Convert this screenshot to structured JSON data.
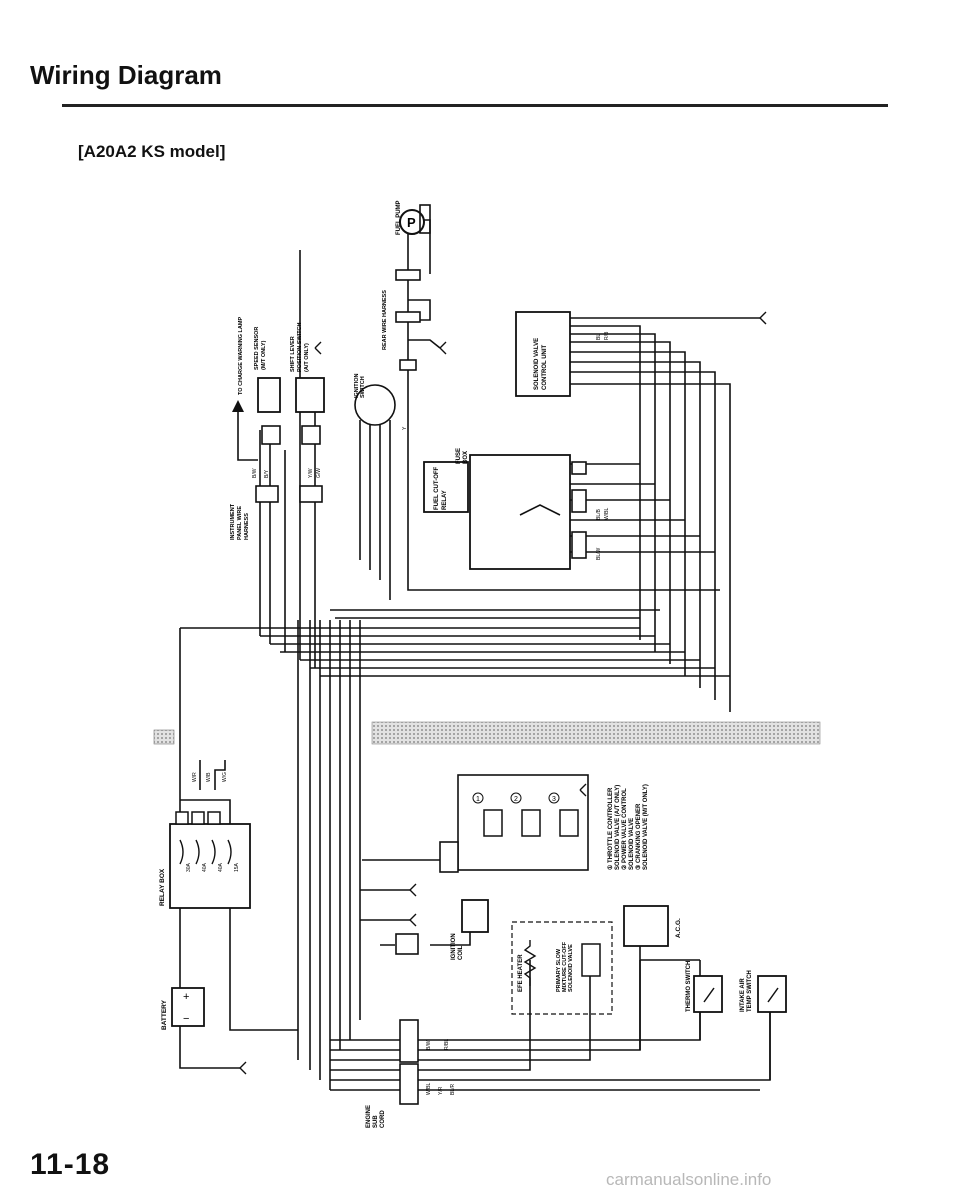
{
  "header": {
    "title": "Wiring Diagram",
    "model": "[A20A2 KS model]"
  },
  "footer": {
    "page_number": "11-18",
    "watermark": "carmanualsonline.info"
  },
  "components": {
    "fuel_pump": "FUEL PUMP",
    "fuel_pump_symbol": "P",
    "rear_wire_harness": "REAR WIRE HARNESS",
    "solenoid_valve_unit": [
      "SOLENOID VALVE",
      "CONTROL UNIT"
    ],
    "ignition_switch": [
      "IGNITION",
      "SWITCH"
    ],
    "fuse_box": [
      "FUSE",
      "BOX"
    ],
    "fuel_cut_off_relay": [
      "FUEL CUT-OFF",
      "RELAY"
    ],
    "charge_lamp": "TO CHARGE WARNING LAMP",
    "speed_sensor": [
      "SPEED SENSOR",
      "(M/T ONLY)"
    ],
    "shift_lever": [
      "SHIFT LEVER",
      "POSITION SWITCH",
      "(A/T ONLY)"
    ],
    "instrument_harness": [
      "INSTRUMENT",
      "PANEL WIRE",
      "HARNESS"
    ],
    "relay_box": "RELAY BOX",
    "battery": "BATTERY",
    "battery_plus": "+",
    "battery_minus": "−",
    "engine_sub_cord": [
      "ENGINE",
      "SUB",
      "CORD"
    ],
    "ignition_coil": [
      "IGNITION",
      "COIL"
    ],
    "efe_heater": "EFE HEATER",
    "primary_slow": [
      "PRIMARY SLOW",
      "MIXTURE CUT-OFF",
      "SOLENOID VALVE"
    ],
    "acg": "A.C.G.",
    "thermo_switch": "THERMO SWITCH",
    "intake_air": [
      "INTAKE AIR",
      "TEMP SWITCH"
    ]
  },
  "fuses": [
    "30A",
    "40A",
    "40A",
    "15A"
  ],
  "legend": [
    "① THROTTLE CONTROLLER",
    "   SOLENOID VALVE (A/T ONLY)",
    "② POWER VALVE CONTROL",
    "   SOLENOID VALVE",
    "③ CRANKING OPENER",
    "   SOLENOID VALVE (M/T ONLY)"
  ],
  "circle_numbers": [
    "1",
    "2",
    "3"
  ],
  "wire_codes": [
    "W/R",
    "W/B",
    "W/G",
    "B/Y",
    "Y/W",
    "B/W",
    "Y",
    "G/W",
    "BL",
    "R/B",
    "BL/B",
    "W/BL",
    "BL/W",
    "R/BL",
    "B/W",
    "W/BL",
    "Y/R",
    "BL/R"
  ],
  "colors": {
    "ink": "#111111",
    "band": "#cfcfcf"
  }
}
